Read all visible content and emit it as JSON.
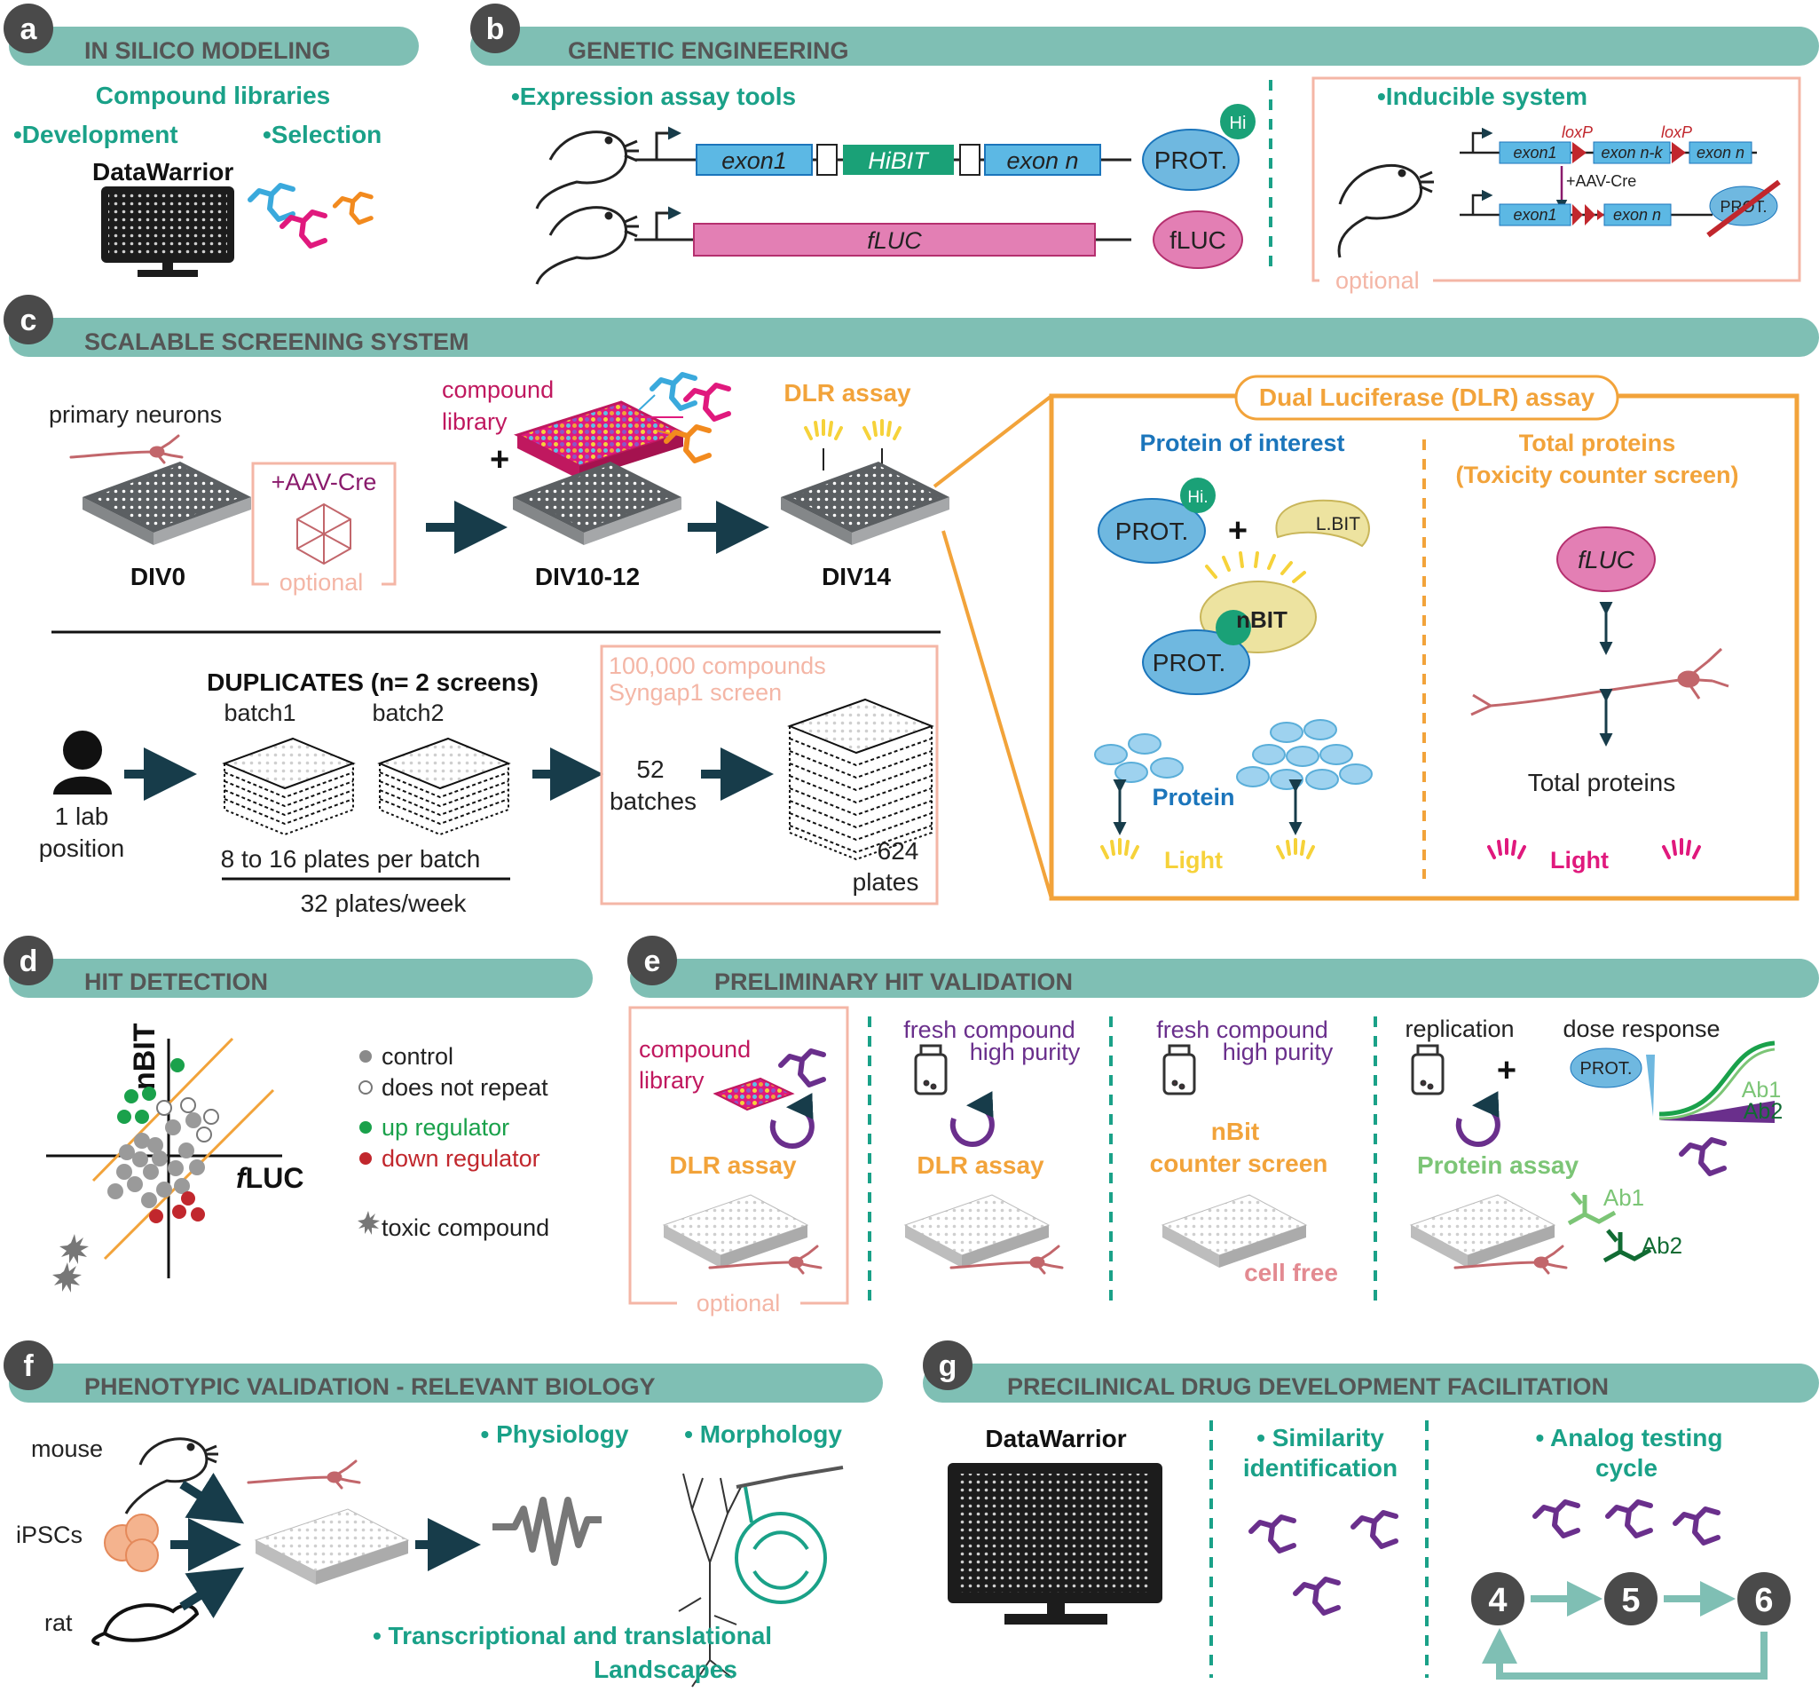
{
  "colors": {
    "banner": "#7fbfb4",
    "letter_circle": "#4a4a4a",
    "teal_text": "#1aa188",
    "orange": "#f2a33a",
    "pink": "#f4b6a6",
    "purple": "#6a2f8c",
    "blue": "#1b75bb",
    "magenta": "#e0197d",
    "red": "#c1272d",
    "green": "#1aa14b",
    "dark_arrow": "#173c4a"
  },
  "panels": {
    "a": {
      "letter": "a",
      "title": "IN SILICO MODELING",
      "compound_libraries": "Compound libraries",
      "development": "•Development",
      "selection": "•Selection",
      "datawarrior": "DataWarrior"
    },
    "b": {
      "letter": "b",
      "title": "GENETIC ENGINEERING",
      "expression_tools": "•Expression assay tools",
      "exon1": "exon1",
      "hibit": "HiBIT",
      "exon_n": "exon n",
      "prot": "PROT.",
      "hi": "Hi",
      "fluc_gene": "fLUC",
      "fluc_prot": "fLUC",
      "inducible": "•Inducible system",
      "loxp1": "loxP",
      "loxp2": "loxP",
      "ind_exon1": "exon1",
      "ind_exon_nk": "exon n-k",
      "ind_exon_n": "exon n",
      "aav_cre": "+AAV-Cre",
      "ind_exon1b": "exon1",
      "ind_exon_nb": "exon n",
      "prot_struck": "PROT.",
      "optional": "optional"
    },
    "c": {
      "letter": "c",
      "title": "SCALABLE SCREENING SYSTEM",
      "primary_neurons": "primary neurons",
      "aav_cre": "+AAV-Cre",
      "optional": "optional",
      "div0": "DIV0",
      "compound_library": "compound\nlibrary",
      "compound": "compound",
      "library": "library",
      "plus": "+",
      "div10": "DIV10-12",
      "dlr_assay": "DLR assay",
      "div14": "DIV14",
      "dlr_title": "Dual Luciferase (DLR) assay",
      "protein_of_interest": "Protein of interest",
      "total_proteins_1": "Total proteins",
      "total_proteins_2": "(Toxicity counter screen)",
      "prot": "PROT.",
      "hi": "Hi.",
      "lbit": "L.BIT",
      "nbit": "nBIT",
      "fluc": "fLUC",
      "protein": "Protein",
      "light": "Light",
      "total_proteins": "Total proteins",
      "light2": "Light",
      "duplicates": "DUPLICATES (n= 2 screens)",
      "batch1": "batch1",
      "batch2": "batch2",
      "one_lab": "1 lab",
      "position": "position",
      "plates_per_batch": "8 to 16 plates per batch",
      "plates_week": "32 plates/week",
      "compounds_100k": "100,000 compounds",
      "syngap": "Syngap1 screen",
      "n52": "52",
      "batches": "batches",
      "n624": "624",
      "plates": "plates"
    },
    "d": {
      "letter": "d",
      "title": "HIT DETECTION",
      "y_axis": "nBIT",
      "x_axis": "LUC",
      "x_axis_f": "f",
      "legend": [
        "control",
        "does not repeat",
        "up regulator",
        "down regulator",
        "toxic compound"
      ]
    },
    "e": {
      "letter": "e",
      "title": "PRELIMINARY HIT VALIDATION",
      "compound_lib1": "compound",
      "compound_lib2": "library",
      "dlr1": "DLR assay",
      "optional": "optional",
      "fresh1": "fresh compound",
      "high1": "high purity",
      "dlr2": "DLR assay",
      "fresh2": "fresh compound",
      "high2": "high purity",
      "nbit1": "nBit",
      "nbit2": "counter screen",
      "cell_free": "cell free",
      "replication": "replication",
      "dose": "dose response",
      "plus": "+",
      "prot": "PROT.",
      "ab1": "Ab1",
      "ab2": "Ab2",
      "protein_assay": "Protein assay",
      "ab1b": "Ab1",
      "ab2b": "Ab2"
    },
    "f": {
      "letter": "f",
      "title": "PHENOTYPIC VALIDATION - RELEVANT BIOLOGY",
      "mouse": "mouse",
      "ipscs": "iPSCs",
      "rat": "rat",
      "physiology": "• Physiology",
      "morphology": "• Morphology",
      "landscapes1": "• Transcriptional and translational",
      "landscapes2": "Landscapes"
    },
    "g": {
      "letter": "g",
      "title": "PRECILINICAL DRUG DEVELOPMENT FACILITATION",
      "datawarrior": "DataWarrior",
      "similarity1": "• Similarity",
      "similarity2": "identification",
      "analog1": "• Analog testing",
      "analog2": "cycle",
      "n4": "4",
      "n5": "5",
      "n6": "6"
    }
  }
}
